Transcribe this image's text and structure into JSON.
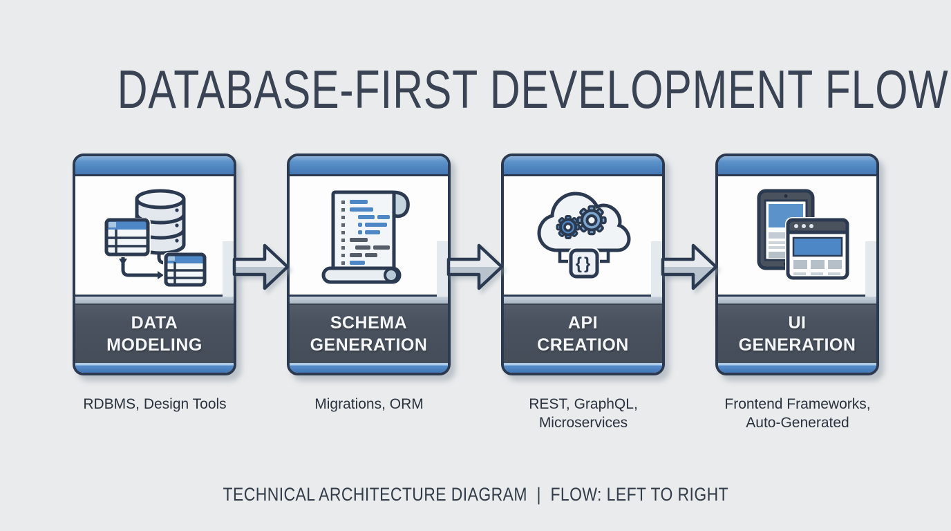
{
  "title": "DATABASE-FIRST DEVELOPMENT FLOW",
  "footer": {
    "text": "TECHNICAL ARCHITECTURE DIAGRAM  |  FLOW: LEFT TO RIGHT"
  },
  "colors": {
    "background": "#e9ebec",
    "card_border_navy": "#2b3a50",
    "header_blue": "#4d87c6",
    "label_bg_slate": "#4a525e",
    "label_text": "#f4f6f8",
    "body_bg": "#fdfdfd",
    "divider_gray": "#b6c2cf",
    "arrow_fill_light": "#e7ebef",
    "arrow_fill_dark": "#b8c3cd",
    "title_text": "#3a4353",
    "subtitle_text": "#2a323e",
    "icon_blue_accent": "#4d87c6",
    "icon_gray_bar": "#545d68"
  },
  "flow": {
    "direction": "left-to-right",
    "arrow_count": 3
  },
  "steps": [
    {
      "id": "data-modeling",
      "label": "DATA\nMODELING",
      "subtitle": "RDBMS, Design Tools",
      "icon": "database-tables-icon"
    },
    {
      "id": "schema-generation",
      "label": "SCHEMA\nGENERATION",
      "subtitle": "Migrations, ORM",
      "icon": "schema-scroll-icon"
    },
    {
      "id": "api-creation",
      "label": "API\nCREATION",
      "subtitle": "REST, GraphQL,\nMicroservices",
      "icon": "cloud-gears-braces-icon"
    },
    {
      "id": "ui-generation",
      "label": "UI\nGENERATION",
      "subtitle": "Frontend Frameworks,\nAuto-Generated",
      "icon": "devices-browser-icon"
    }
  ]
}
